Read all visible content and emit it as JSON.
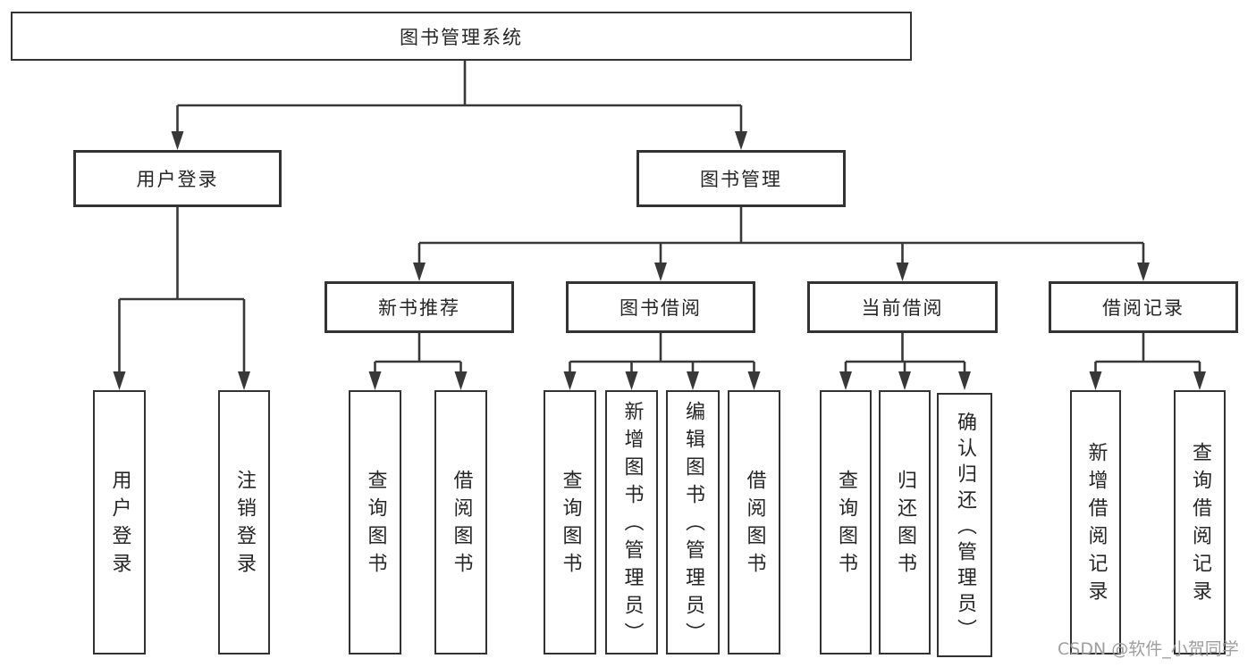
{
  "diagram": {
    "type": "tree",
    "orientation": "top-down"
  },
  "tree": {
    "label": "图书管理系统",
    "children": [
      {
        "label": "用户登录",
        "children": [
          {
            "label": "用户登录"
          },
          {
            "label": "注销登录"
          }
        ]
      },
      {
        "label": "图书管理",
        "children": [
          {
            "label": "新书推荐",
            "children": [
              {
                "label": "查询图书"
              },
              {
                "label": "借阅图书"
              }
            ]
          },
          {
            "label": "图书借阅",
            "children": [
              {
                "label": "查询图书"
              },
              {
                "label": "新增图书（管理员）"
              },
              {
                "label": "编辑图书（管理员）"
              },
              {
                "label": "借阅图书"
              }
            ]
          },
          {
            "label": "当前借阅",
            "children": [
              {
                "label": "查询图书"
              },
              {
                "label": "归还图书"
              },
              {
                "label": "确认归还（管理员）"
              }
            ]
          },
          {
            "label": "借阅记录",
            "children": [
              {
                "label": "新增借阅记录"
              },
              {
                "label": "查询借阅记录"
              }
            ]
          }
        ]
      }
    ]
  },
  "watermark": {
    "text": "CSDN @软件_小贺同学"
  },
  "colors": {
    "line": "#383838",
    "border": "#333333",
    "text": "#262626",
    "background": "#ffffff",
    "watermark": "#9e9e9e"
  }
}
